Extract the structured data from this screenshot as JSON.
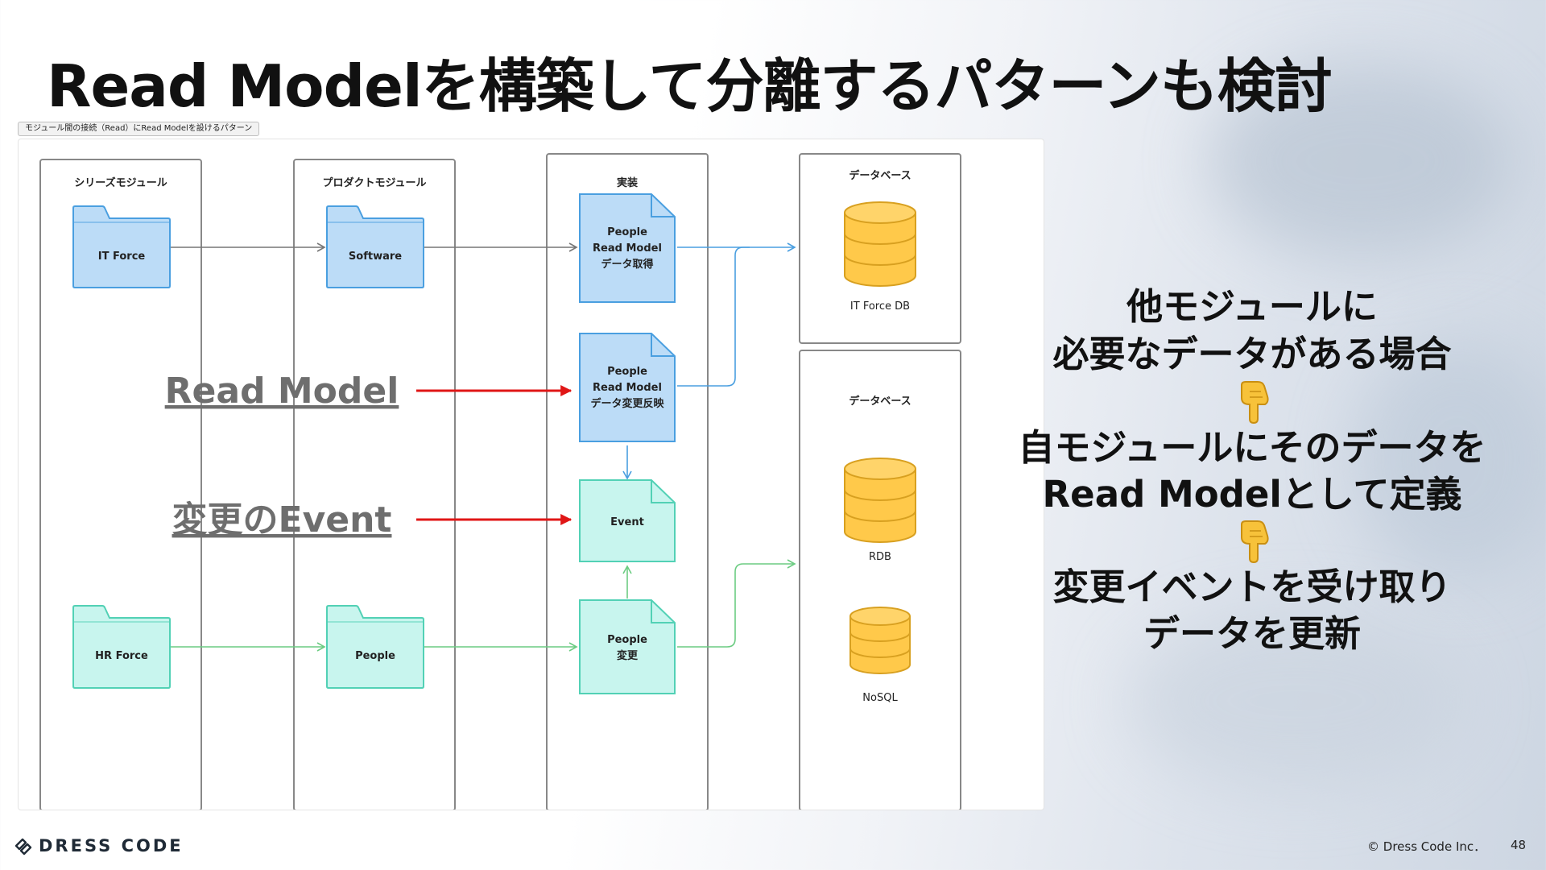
{
  "slide": {
    "title": "Read Modelを構築して分離するパターンも検討",
    "caption": "モジュール間の接続（Read）にRead Modelを設けるパターン",
    "page_number": "48"
  },
  "diagram": {
    "columns": {
      "series": "シリーズモジュール",
      "product": "プロダクトモジュール",
      "impl": "実装",
      "db_top": "データベース",
      "db_bottom": "データベース"
    },
    "folders": {
      "it_force": "IT Force",
      "software": "Software",
      "hr_force": "HR Force",
      "people": "People"
    },
    "docs": {
      "read_model_get": [
        "People",
        "Read Model",
        "データ取得"
      ],
      "read_model_sync": [
        "People",
        "Read Model",
        "データ変更反映"
      ],
      "event": [
        "Event"
      ],
      "people_change": [
        "People",
        "変更"
      ]
    },
    "databases": {
      "it_force_db": "IT Force DB",
      "rdb": "RDB",
      "nosql": "NoSQL"
    },
    "annotations": {
      "read_model": "Read Model",
      "change_event": "変更のEvent"
    }
  },
  "explanation": {
    "line1": "他モジュールに",
    "line2": "必要なデータがある場合",
    "line3": "自モジュールにそのデータを",
    "line4": "Read Modelとして定義",
    "line5": "変更イベントを受け取り",
    "line6": "データを更新",
    "pointer_icon": "pointing-down-hand-icon"
  },
  "footer": {
    "logo_text": "DRESS CODE",
    "logo_icon": "dress-code-logo-icon",
    "copyright": "© Dress Code Inc．"
  },
  "colors": {
    "blue_fill": "#bcdcf7",
    "blue_stroke": "#4a9fe0",
    "green_fill": "#c8f5ee",
    "green_stroke": "#52d1b5",
    "db_fill": "#ffc94a",
    "db_stroke": "#d8a020",
    "red_arrow": "#e01616"
  }
}
